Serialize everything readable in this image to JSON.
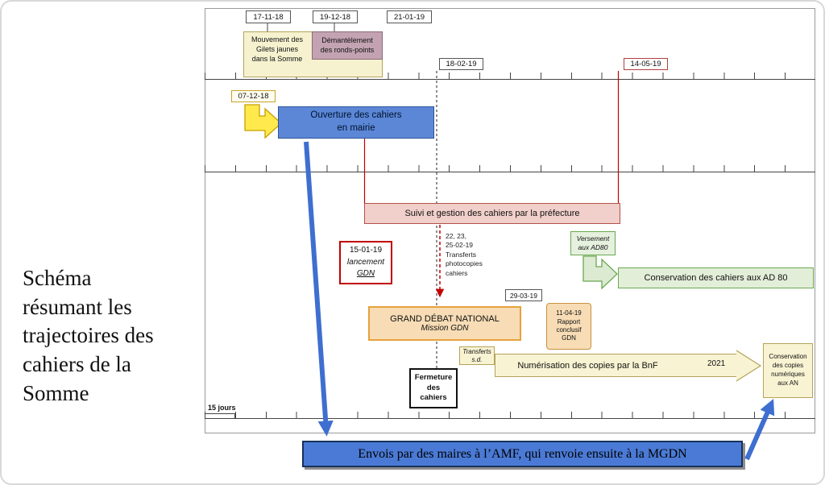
{
  "caption": "Schéma résumant les trajectoires des cahiers de la Somme",
  "colors": {
    "blue_box": "#5b87d6",
    "blue_arrow": "#3e6fd0",
    "red": "#c00000",
    "green": "#6aa84f",
    "tan": "#b3a35a",
    "yellow": "#ffe94d",
    "purple": "#c3a3b1",
    "pink": "#f1cfca",
    "navy_border": "#16325c"
  },
  "top": {
    "date_mouvement": "17-11-18",
    "date_demantelement": "19-12-18",
    "date_third": "21-01-19",
    "mouvement": "Mouvement des\nGilets jaunes\ndans la Somme",
    "demantelement": "Démantèlement\ndes ronds-points",
    "date_fermeture": "18-02-19",
    "date_fin_prefecture": "14-05-19"
  },
  "mairie": {
    "date_ouverture": "07-12-18",
    "ouverture": "Ouverture des cahiers\nen mairie"
  },
  "prefecture": {
    "suivi": "Suivi et gestion des cahiers par la préfecture",
    "lancement_date": "15-01-19",
    "lancement_line1": "lancement",
    "lancement_line2": "GDN",
    "transferts": "22, 23,\n25-02-19\nTransferts\nphotocopies\ncahiers",
    "versement": "Versement\naux AD80"
  },
  "archives": {
    "conservation_ad80": "Conservation des cahiers aux AD 80",
    "conservation_an": "Conservation\ndes copies\nnumériques\naux AN"
  },
  "gdn": {
    "date_fin": "29-03-19",
    "title": "GRAND DÉBAT NATIONAL",
    "subtitle": "Mission GDN",
    "rapport": "11-04-19\nRapport\nconclusif\nGDN",
    "transferts_sd": "Transferts\ns.d.",
    "numerisation": "Numérisation des copies par la BnF",
    "annee": "2021",
    "fermeture": "Fermeture\ndes\ncahiers"
  },
  "footer": {
    "quinze_jours": "15 jours",
    "envois": "Envois par des maires à l’AMF, qui renvoie ensuite à la MGDN"
  }
}
